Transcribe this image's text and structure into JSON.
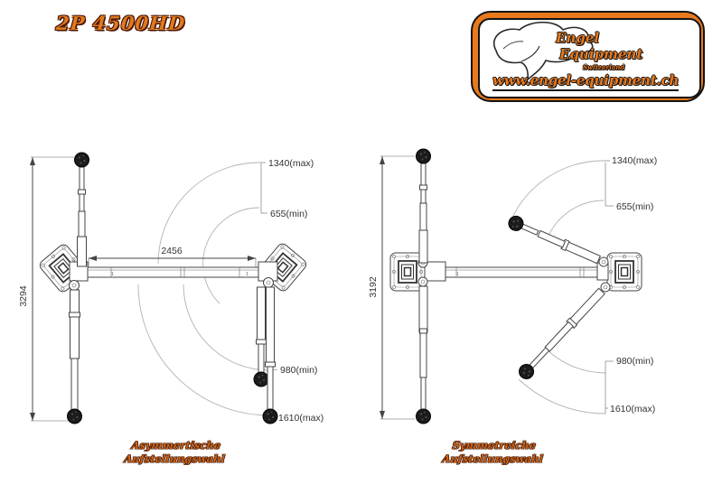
{
  "title": "2P 4500HD",
  "logo": {
    "name_line1": "Engel",
    "name_line2": "Equipment",
    "country": "Switzerland",
    "url": "www.engel-equipment.ch",
    "accent_color": "#e8791d"
  },
  "colors": {
    "accent_orange": "#e8791d",
    "caption_orange": "#cd6316",
    "drawing_line": "#444444",
    "arc_line": "#b3b3b3",
    "dim_text": "#333333"
  },
  "beam_ref": "1",
  "diagrams": {
    "left": {
      "dim_height": "3294",
      "dim_width": "2456",
      "arm_front_max": "1340(max)",
      "arm_front_min": "655(min)",
      "arm_rear_min": "980(min)",
      "arm_rear_max": "1610(max)",
      "caption_line1": "Asymmertische",
      "caption_line2": "Aufstellungswahl"
    },
    "right": {
      "dim_height": "3192",
      "arm_front_max": "1340(max)",
      "arm_front_min": "655(min)",
      "arm_rear_min": "980(min)",
      "arm_rear_max": "1610(max)",
      "caption_line1": "Symmetreiche",
      "caption_line2": "Aufstellungswahl"
    }
  }
}
